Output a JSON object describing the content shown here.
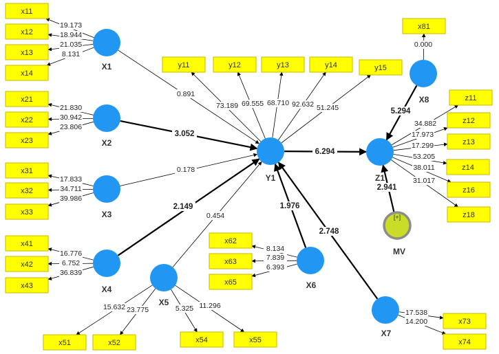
{
  "colors": {
    "indicator_fill": "#ffff00",
    "indicator_border": "#c8b400",
    "latent_fill": "#2196f3",
    "moderator_fill": "#c8dc28",
    "moderator_border": "#8c8c8c",
    "edge": "#000000",
    "label": "#222222"
  },
  "constructs": [
    {
      "id": "X1",
      "label": "X1"
    },
    {
      "id": "X2",
      "label": "X2"
    },
    {
      "id": "X3",
      "label": "X3"
    },
    {
      "id": "X4",
      "label": "X4"
    },
    {
      "id": "X5",
      "label": "X5"
    },
    {
      "id": "X6",
      "label": "X6"
    },
    {
      "id": "X7",
      "label": "X7"
    },
    {
      "id": "X8",
      "label": "X8"
    },
    {
      "id": "Y1",
      "label": "Y1"
    },
    {
      "id": "Z1",
      "label": "Z1"
    },
    {
      "id": "MV",
      "label": "MV",
      "symbol": "[+]",
      "moderator": true
    }
  ],
  "indicators": [
    {
      "id": "x11",
      "label": "x11",
      "construct": "X1",
      "loading": "19.173"
    },
    {
      "id": "x12",
      "label": "x12",
      "construct": "X1",
      "loading": "18.944"
    },
    {
      "id": "x13",
      "label": "x13",
      "construct": "X1",
      "loading": "21.035"
    },
    {
      "id": "x14",
      "label": "x14",
      "construct": "X1",
      "loading": "8.131"
    },
    {
      "id": "x21",
      "label": "x21",
      "construct": "X2",
      "loading": "21.830"
    },
    {
      "id": "x22",
      "label": "x22",
      "construct": "X2",
      "loading": "30.942"
    },
    {
      "id": "x23",
      "label": "x23",
      "construct": "X2",
      "loading": "23.806"
    },
    {
      "id": "x31",
      "label": "x31",
      "construct": "X3",
      "loading": "17.833"
    },
    {
      "id": "x32",
      "label": "x32",
      "construct": "X3",
      "loading": "34.711"
    },
    {
      "id": "x33",
      "label": "x33",
      "construct": "X3",
      "loading": "39.986"
    },
    {
      "id": "x41",
      "label": "x41",
      "construct": "X4",
      "loading": "16.776"
    },
    {
      "id": "x42",
      "label": "x42",
      "construct": "X4",
      "loading": "6.752"
    },
    {
      "id": "x43",
      "label": "x43",
      "construct": "X4",
      "loading": "36.839"
    },
    {
      "id": "x51",
      "label": "x51",
      "construct": "X5",
      "loading": "15.632"
    },
    {
      "id": "x52",
      "label": "x52",
      "construct": "X5",
      "loading": "23.775"
    },
    {
      "id": "x54",
      "label": "x54",
      "construct": "X5",
      "loading": "5.325"
    },
    {
      "id": "x55",
      "label": "x55",
      "construct": "X5",
      "loading": "11.296"
    },
    {
      "id": "x62",
      "label": "x62",
      "construct": "X6",
      "loading": "8.134"
    },
    {
      "id": "x63",
      "label": "x63",
      "construct": "X6",
      "loading": "7.839"
    },
    {
      "id": "x65",
      "label": "x65",
      "construct": "X6",
      "loading": "6.393"
    },
    {
      "id": "x73",
      "label": "x73",
      "construct": "X7",
      "loading": "17.538"
    },
    {
      "id": "x74",
      "label": "x74",
      "construct": "X7",
      "loading": "14.200"
    },
    {
      "id": "x81",
      "label": "x81",
      "construct": "X8",
      "loading": "0.000"
    },
    {
      "id": "y11",
      "label": "y11",
      "construct": "Y1",
      "loading": "73.189"
    },
    {
      "id": "y12",
      "label": "y12",
      "construct": "Y1",
      "loading": "69.555"
    },
    {
      "id": "y13",
      "label": "y13",
      "construct": "Y1",
      "loading": "68.710"
    },
    {
      "id": "y14",
      "label": "y14",
      "construct": "Y1",
      "loading": "92.632"
    },
    {
      "id": "y15",
      "label": "y15",
      "construct": "Y1",
      "loading": "51.245"
    },
    {
      "id": "z11",
      "label": "z11",
      "construct": "Z1",
      "loading": "34.882"
    },
    {
      "id": "z12",
      "label": "z12",
      "construct": "Z1",
      "loading": "17.973"
    },
    {
      "id": "z13",
      "label": "z13",
      "construct": "Z1",
      "loading": "17.299"
    },
    {
      "id": "z14",
      "label": "z14",
      "construct": "Z1",
      "loading": "53.205"
    },
    {
      "id": "z16",
      "label": "z16",
      "construct": "Z1",
      "loading": "38.011"
    },
    {
      "id": "z18",
      "label": "z18",
      "construct": "Z1",
      "loading": "31.017"
    }
  ],
  "paths": [
    {
      "from": "X1",
      "to": "Y1",
      "value": "0.891",
      "significant": false
    },
    {
      "from": "X2",
      "to": "Y1",
      "value": "3.052",
      "significant": true
    },
    {
      "from": "X3",
      "to": "Y1",
      "value": "0.178",
      "significant": false
    },
    {
      "from": "X4",
      "to": "Y1",
      "value": "2.149",
      "significant": true
    },
    {
      "from": "X5",
      "to": "Y1",
      "value": "0.454",
      "significant": false
    },
    {
      "from": "X6",
      "to": "Y1",
      "value": "1.976",
      "significant": true
    },
    {
      "from": "X7",
      "to": "Y1",
      "value": "2.748",
      "significant": true
    },
    {
      "from": "Y1",
      "to": "Z1",
      "value": "6.294",
      "significant": true
    },
    {
      "from": "X8",
      "to": "Z1",
      "value": "5.294",
      "significant": true
    },
    {
      "from": "MV",
      "to": "Z1",
      "value": "2.941",
      "significant": true
    }
  ]
}
